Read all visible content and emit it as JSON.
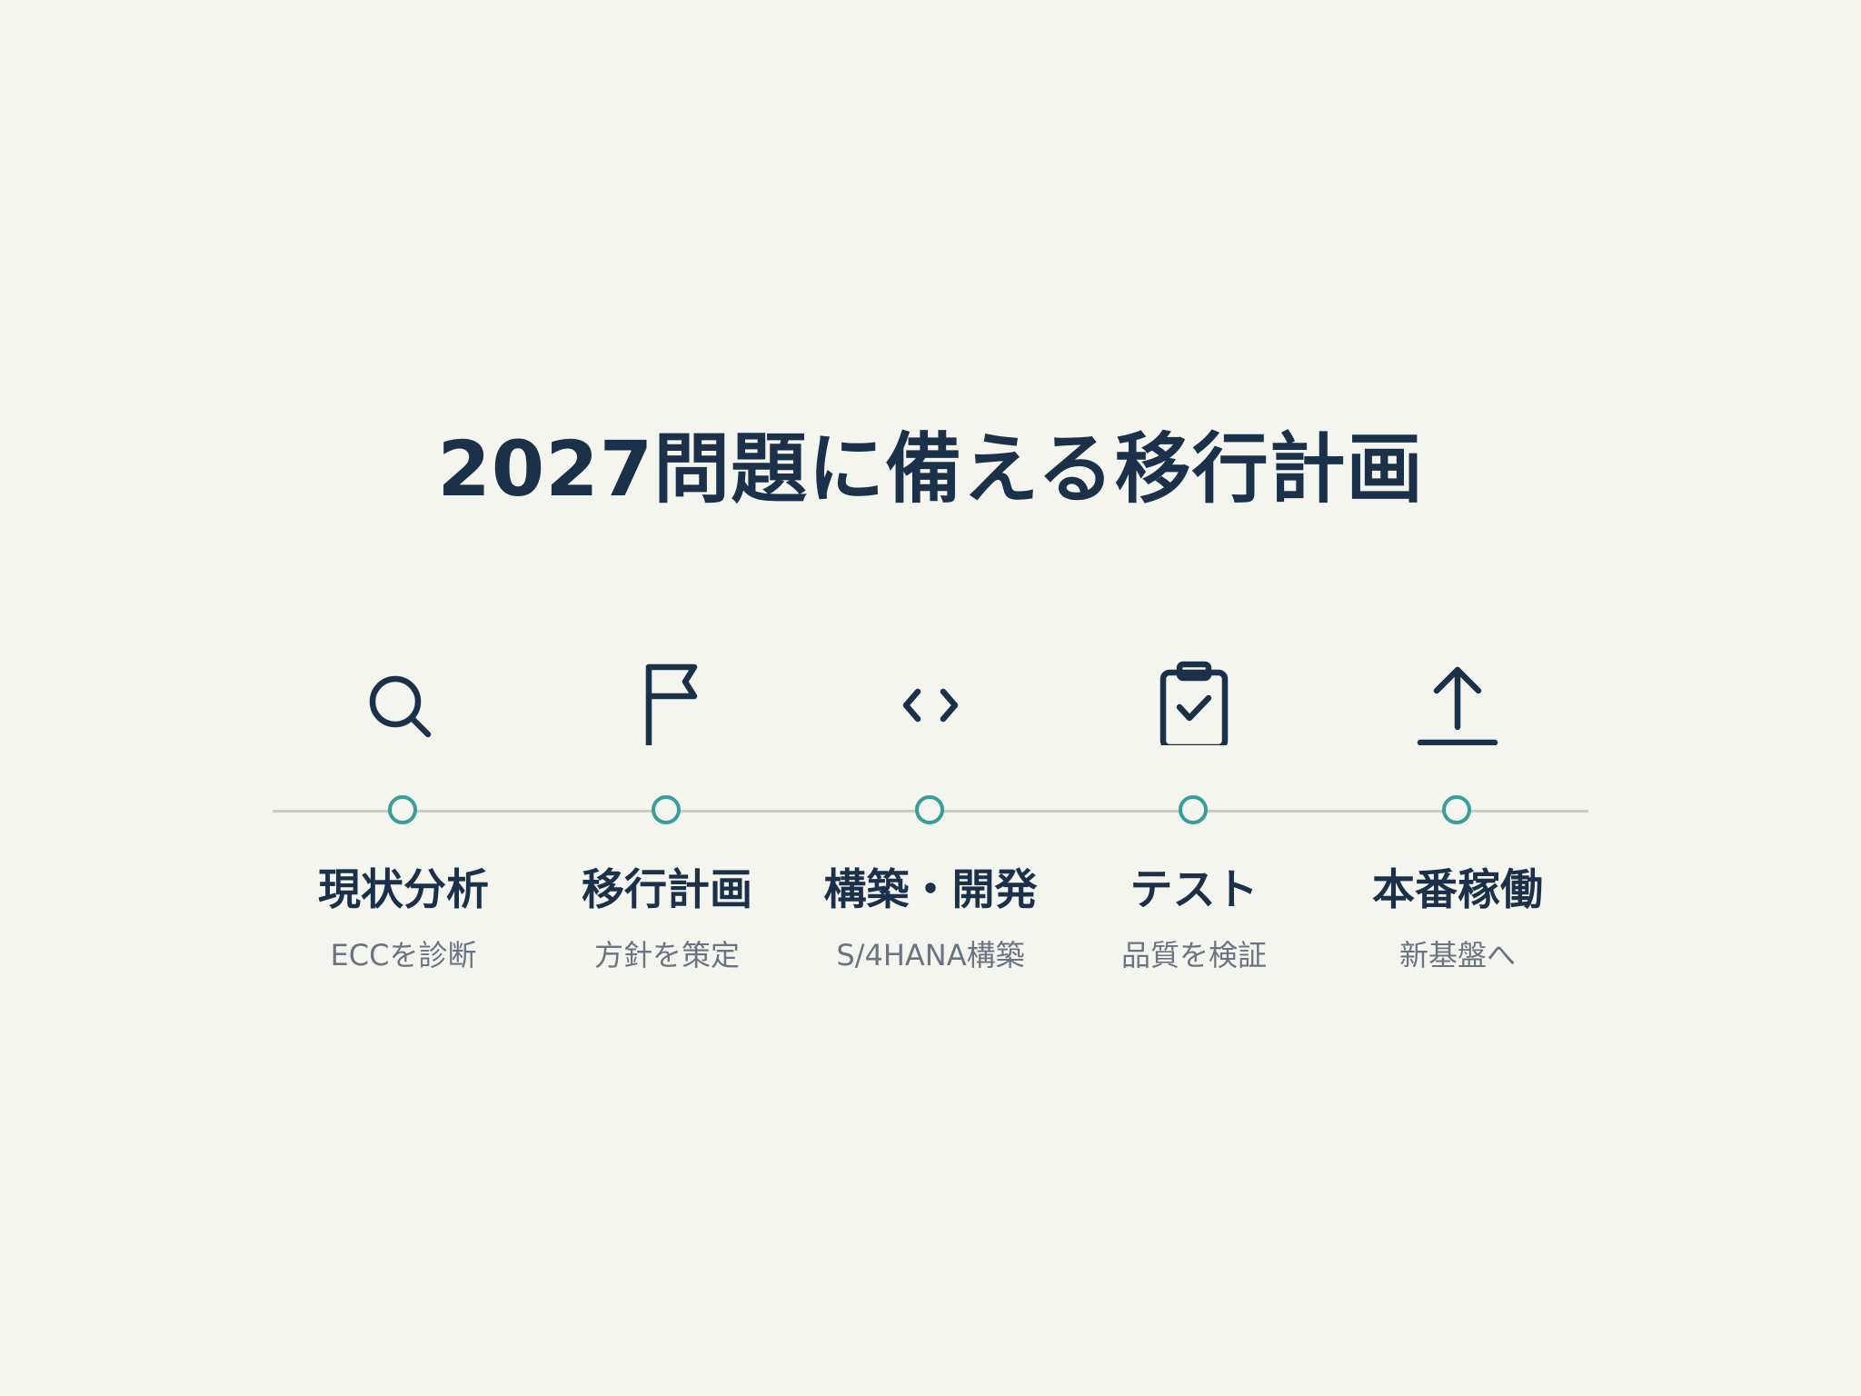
{
  "title": "2027問題に備える移行計画",
  "colors": {
    "background": "#f5f5f0",
    "text": "#1b3049",
    "subtext": "#6b7480",
    "accent": "#3a9d97",
    "track": "#c9cbc5"
  },
  "steps": [
    {
      "icon": "search-icon",
      "label": "現状分析",
      "sub": "ECCを診断"
    },
    {
      "icon": "flag-icon",
      "label": "移行計画",
      "sub": "方針を策定"
    },
    {
      "icon": "code-icon",
      "label": "構築・開発",
      "sub": "S/4HANA構築"
    },
    {
      "icon": "clipboard-check-icon",
      "label": "テスト",
      "sub": "品質を検証"
    },
    {
      "icon": "upload-icon",
      "label": "本番稼働",
      "sub": "新基盤へ"
    }
  ]
}
